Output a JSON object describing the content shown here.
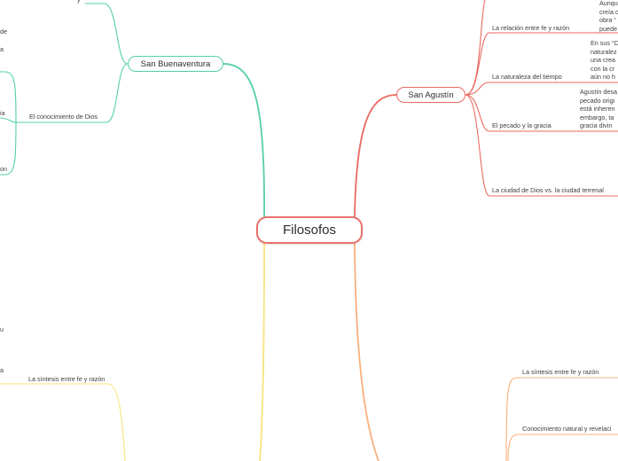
{
  "colors": {
    "central": "#e8716b",
    "green": "#55d0a4",
    "red": "#ea6a62",
    "orange": "#f9b07c",
    "yellow": "#f9e27d"
  },
  "central": {
    "label": "Filosofos"
  },
  "san_buenaventura": {
    "label": "San Buenaventura",
    "top_fragment": "y",
    "topic": "El conocimiento de Dios",
    "left_fragments": [
      "de",
      "a",
      "ia",
      "on"
    ]
  },
  "san_agustin": {
    "label": "San Agustín",
    "topics": [
      {
        "label": "La relación entre fe y razón",
        "note": [
          "Aunqu",
          "creía c",
          "obra “",
          "puede"
        ]
      },
      {
        "label": "La naturaleza del tiempo",
        "note": [
          "En sus “C",
          "naturalez",
          "una crea",
          "con la cr",
          "aún no h"
        ]
      },
      {
        "label": "El pecado y la gracia",
        "note": [
          "Agustín desa",
          "pecado origi",
          "está inheren",
          "embargo, ta",
          "gracia divin"
        ]
      },
      {
        "label": "La ciudad de Dios vs. la ciudad terrenal"
      }
    ]
  },
  "orange_branch": {
    "topics": [
      "La síntesis entre fe y razón",
      "Conocimiento natural y revelaci"
    ]
  },
  "yellow_branch": {
    "topic": "La síntesis entre fe y razón",
    "left_fragments": [
      "u",
      "a"
    ]
  }
}
